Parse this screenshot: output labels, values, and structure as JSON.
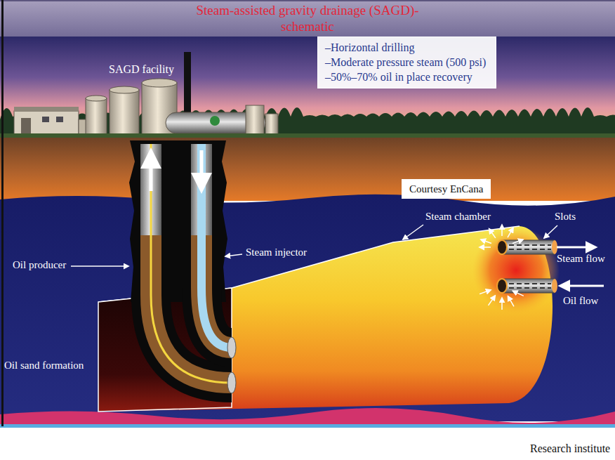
{
  "diagram": {
    "title": "Steam-assisted gravity drainage (SAGD)- schematic",
    "nodes": [
      {
        "text": [
          "–Horizontal drilling",
          "–Moderate pressure steam (500 psi)",
          "–50%–70% oil in place recovery"
        ]
      },
      {
        "text": [
          "Courtesy EnCana"
        ]
      }
    ],
    "labels": [
      "SAGD facility",
      "Oil producer",
      "Steam injector",
      "Steam chamber",
      "Oil sand formation",
      "Slots",
      "Steam flow",
      "Oil flow",
      "Research institute"
    ]
  }
}
